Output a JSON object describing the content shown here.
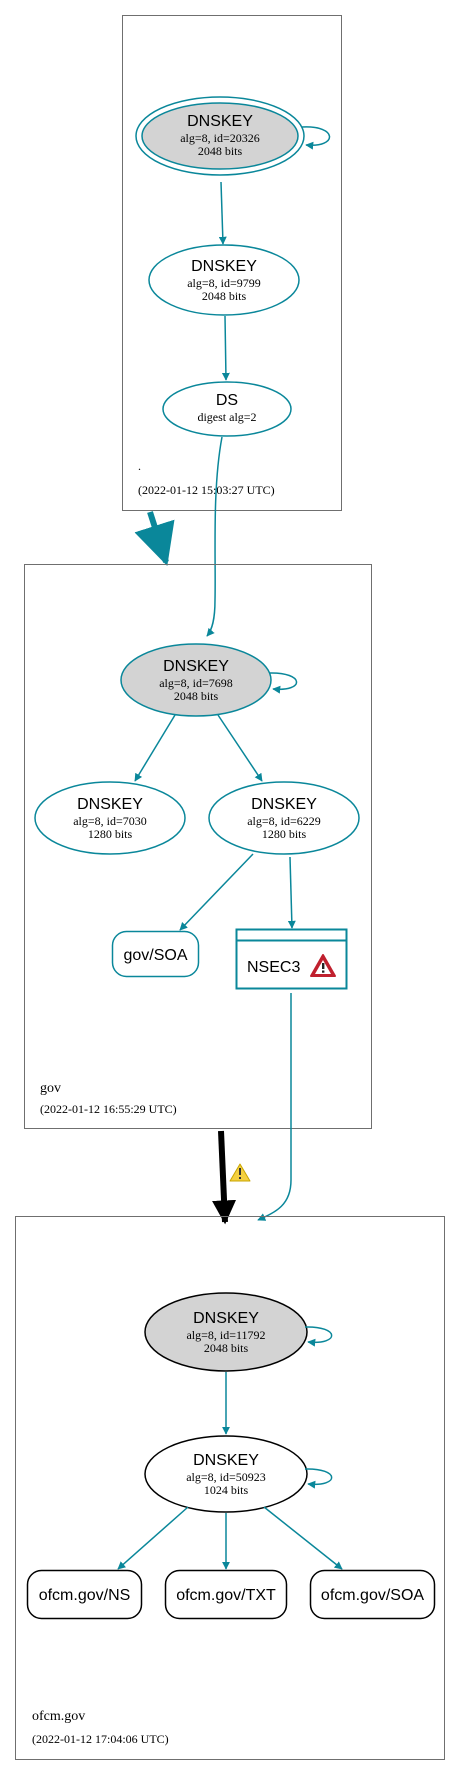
{
  "colors": {
    "teal": "#0a879a",
    "black": "#000000",
    "gray_fill": "#d3d3d3",
    "white": "#ffffff",
    "zone_border": "#6f6f6f",
    "warn_red": "#c0202e",
    "warn_yellow": "#f4d03f"
  },
  "zones": {
    "root": {
      "name": ".",
      "timestamp": "(2022-01-12 15:03:27 UTC)"
    },
    "gov": {
      "name": "gov",
      "timestamp": "(2022-01-12 16:55:29 UTC)"
    },
    "ofcm": {
      "name": "ofcm.gov",
      "timestamp": "(2022-01-12 17:04:06 UTC)"
    }
  },
  "nodes": {
    "root_ksk": {
      "title": "DNSKEY",
      "line1": "alg=8, id=20326",
      "line2": "2048 bits"
    },
    "root_zsk": {
      "title": "DNSKEY",
      "line1": "alg=8, id=9799",
      "line2": "2048 bits"
    },
    "gov_ds": {
      "title": "DS",
      "line1": "digest alg=2"
    },
    "gov_ksk": {
      "title": "DNSKEY",
      "line1": "alg=8, id=7698",
      "line2": "2048 bits"
    },
    "gov_zsk1": {
      "title": "DNSKEY",
      "line1": "alg=8, id=7030",
      "line2": "1280 bits"
    },
    "gov_zsk2": {
      "title": "DNSKEY",
      "line1": "alg=8, id=6229",
      "line2": "1280 bits"
    },
    "gov_soa": {
      "title": "gov/SOA"
    },
    "gov_nsec3": {
      "title": "NSEC3"
    },
    "ofcm_ksk": {
      "title": "DNSKEY",
      "line1": "alg=8, id=11792",
      "line2": "2048 bits"
    },
    "ofcm_zsk": {
      "title": "DNSKEY",
      "line1": "alg=8, id=50923",
      "line2": "1024 bits"
    },
    "ofcm_ns": {
      "title": "ofcm.gov/NS"
    },
    "ofcm_txt": {
      "title": "ofcm.gov/TXT"
    },
    "ofcm_soa": {
      "title": "ofcm.gov/SOA"
    }
  },
  "icons": {
    "nsec3_warning": "warning-triangle-red-icon",
    "delegation_warning": "warning-triangle-yellow-icon"
  }
}
